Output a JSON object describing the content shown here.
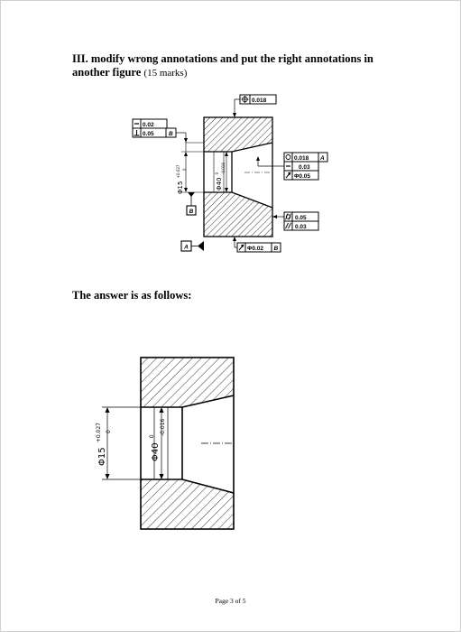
{
  "question": {
    "title": "III. modify wrong annotations and put the right annotations in another figure",
    "marks": "(15 marks)"
  },
  "top_figure": {
    "top_frame": {
      "symbol": "position-icon",
      "value": "0.018"
    },
    "left_frame": {
      "row1": {
        "symbol": "straightness-icon",
        "value": "0.02"
      },
      "row2": {
        "symbol": "perpendicularity-icon",
        "value": "0.05",
        "datum": "B"
      }
    },
    "right_frame": {
      "row1": {
        "symbol": "circularity-icon",
        "value": "0.018",
        "datum": "A"
      },
      "row2": {
        "symbol": "straightness-icon",
        "value": "0.03"
      },
      "row3": {
        "symbol": "runout-icon",
        "value": "Φ0.05"
      }
    },
    "right_lower_frame": {
      "row1": {
        "symbol": "cylindricity-icon",
        "value": "0.05"
      },
      "row2": {
        "symbol": "parallelism-icon",
        "value": "0.03"
      }
    },
    "bottom_frame": {
      "symbol": "runout-icon",
      "value": "Φ0.02",
      "datum": "B"
    },
    "datum_b": "B",
    "datum_a": "A",
    "dim_left": {
      "nominal": "Φ15",
      "upper": "+0.027",
      "lower": "0"
    },
    "dim_center": {
      "nominal": "Φ40",
      "upper": "0",
      "lower": "-0.016"
    }
  },
  "answer_label": "The answer is as follows:",
  "bottom_figure": {
    "dim_left": {
      "nominal": "Φ15",
      "upper": "+0.027",
      "lower": "0"
    },
    "dim_center": {
      "nominal": "Φ40",
      "upper": "0",
      "lower": "-0.016"
    }
  },
  "footer": "Page 3 of 5"
}
